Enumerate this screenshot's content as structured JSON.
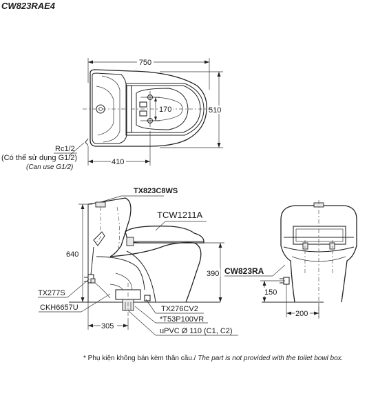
{
  "model_title": "CW823RAE4",
  "top_view": {
    "dim_width": "750",
    "dim_depth": "510",
    "dim_170": "170",
    "dim_410": "410",
    "supply_thread": "Rc1/2",
    "supply_note_vi": "(Có thể sử dụng G1/2)",
    "supply_note_en": "(Can use G1/2)"
  },
  "side_view": {
    "part_tank_fitting": "TX823C8WS",
    "part_seat": "TCW1211A",
    "part_valve": "TX277S",
    "part_hose": "CKH6657U",
    "part_adapter": "TX276CV2",
    "part_flange": "*T53P100VR",
    "part_drain": "uPVC Ø 110 (C1, C2)",
    "dim_height": "640",
    "dim_bowl": "390",
    "dim_rough_in": "305"
  },
  "front_view": {
    "model_label": "CW823RA",
    "dim_inlet_height": "150",
    "dim_inlet_offset": "200"
  },
  "footnote": {
    "text_vi": "* Phụ kiện không bán kèm thân cầu./",
    "text_en": " The part is not provided with the toilet bowl box."
  }
}
